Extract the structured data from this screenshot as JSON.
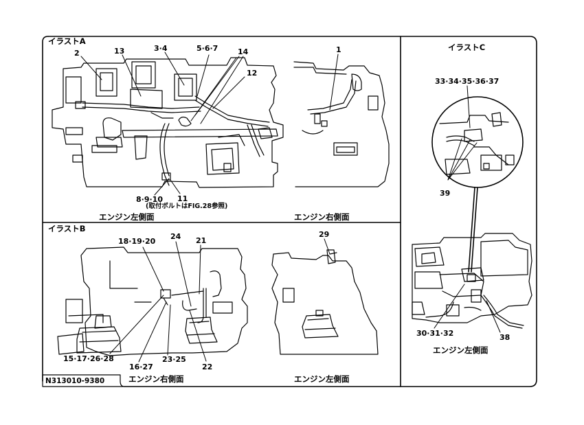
{
  "illustrations": {
    "a": {
      "title": "イラストA",
      "callouts": {
        "c2": "2",
        "c13": "13",
        "c34": "3·4",
        "c567": "5·6·7",
        "c14": "14",
        "c12": "12",
        "c1": "1",
        "c8910": "8·9·10",
        "c11": "11"
      },
      "note": "(取付ボルトはFIG.28参照)",
      "caption_left": "エンジン左側面",
      "caption_right": "エンジン右側面"
    },
    "b": {
      "title": "イラストB",
      "callouts": {
        "c181920": "18·19·20",
        "c24": "24",
        "c21": "21",
        "c29": "29",
        "c15172628": "15·17·26·28",
        "c1627": "16·27",
        "c2325": "23·25",
        "c22": "22"
      },
      "caption_left": "エンジン右側面",
      "caption_right": "エンジン左側面"
    },
    "c": {
      "title": "イラストC",
      "callouts": {
        "c3337": "33·34·35·36·37",
        "c39": "39",
        "c303132": "30·31·32",
        "c38": "38"
      },
      "caption": "エンジン左側面"
    }
  },
  "figure_code": "N313010-9380",
  "colors": {
    "line": "#000000",
    "background": "#ffffff"
  }
}
